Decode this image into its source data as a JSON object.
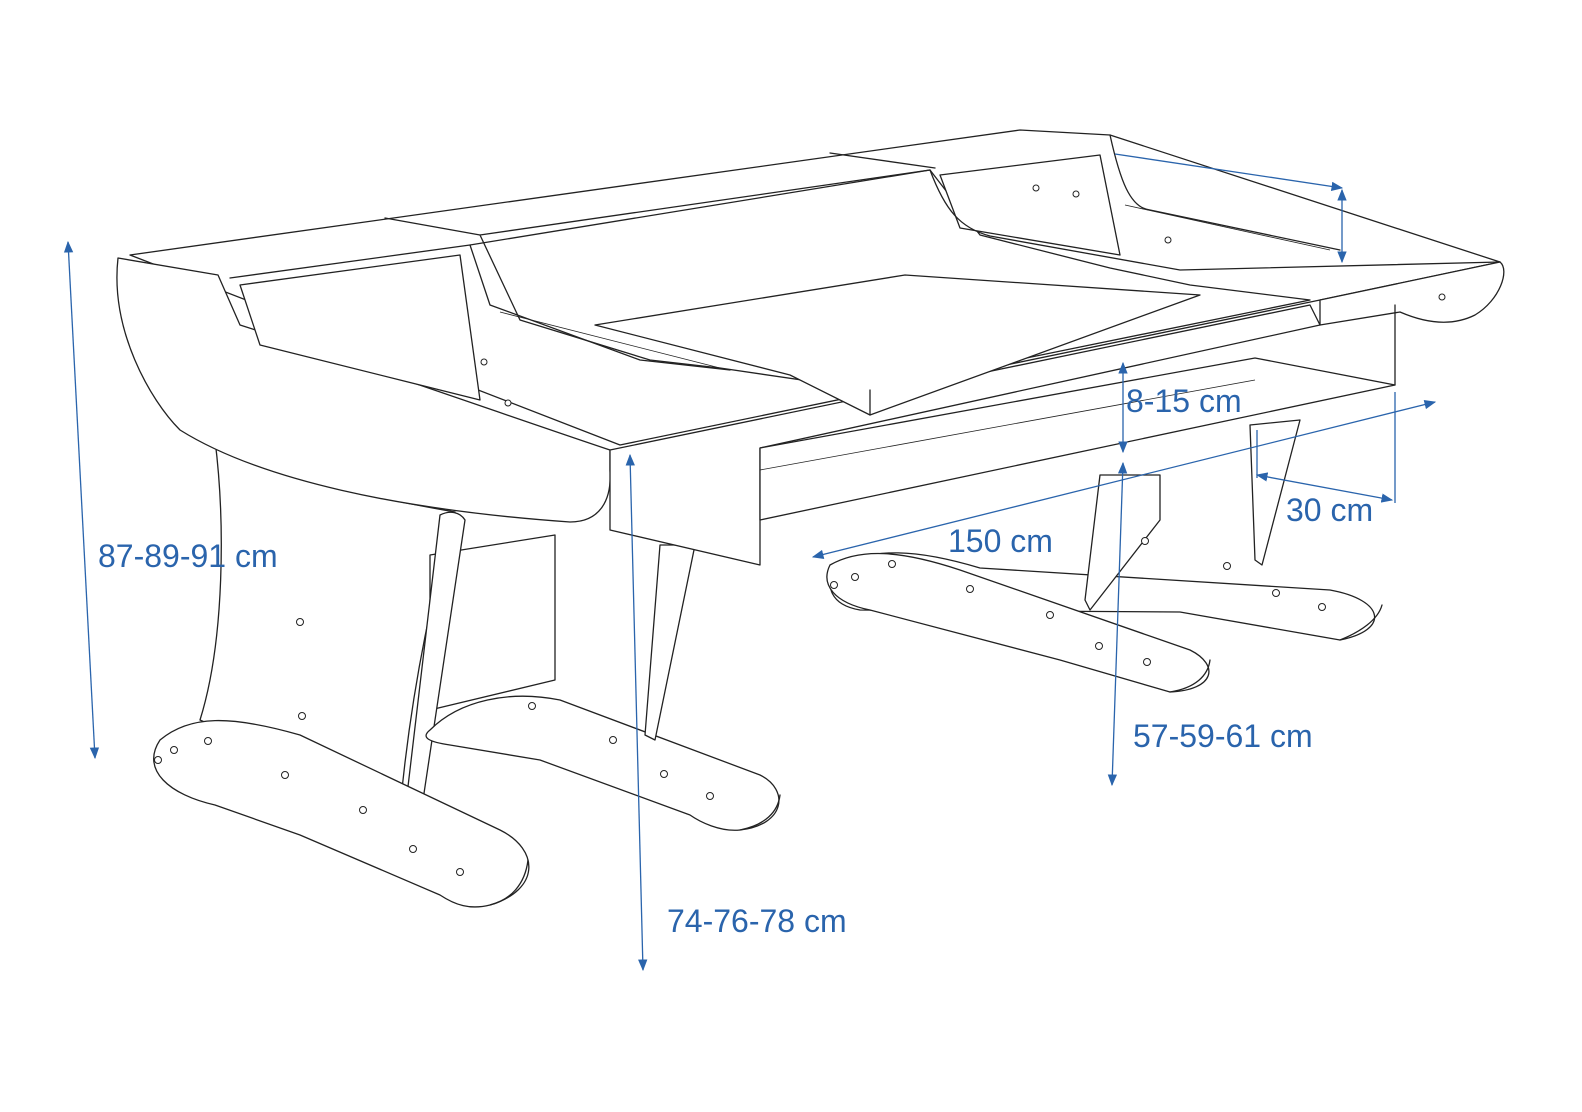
{
  "colors": {
    "accent": "#2a64ac",
    "line": "#222222"
  },
  "dimensions": {
    "total_height": "87-89-91 cm",
    "desk_height": "74-76-78 cm",
    "shelf_height": "57-59-61 cm",
    "shelf_gap": "8-15 cm",
    "width": "150 cm",
    "depth": "30 cm"
  }
}
